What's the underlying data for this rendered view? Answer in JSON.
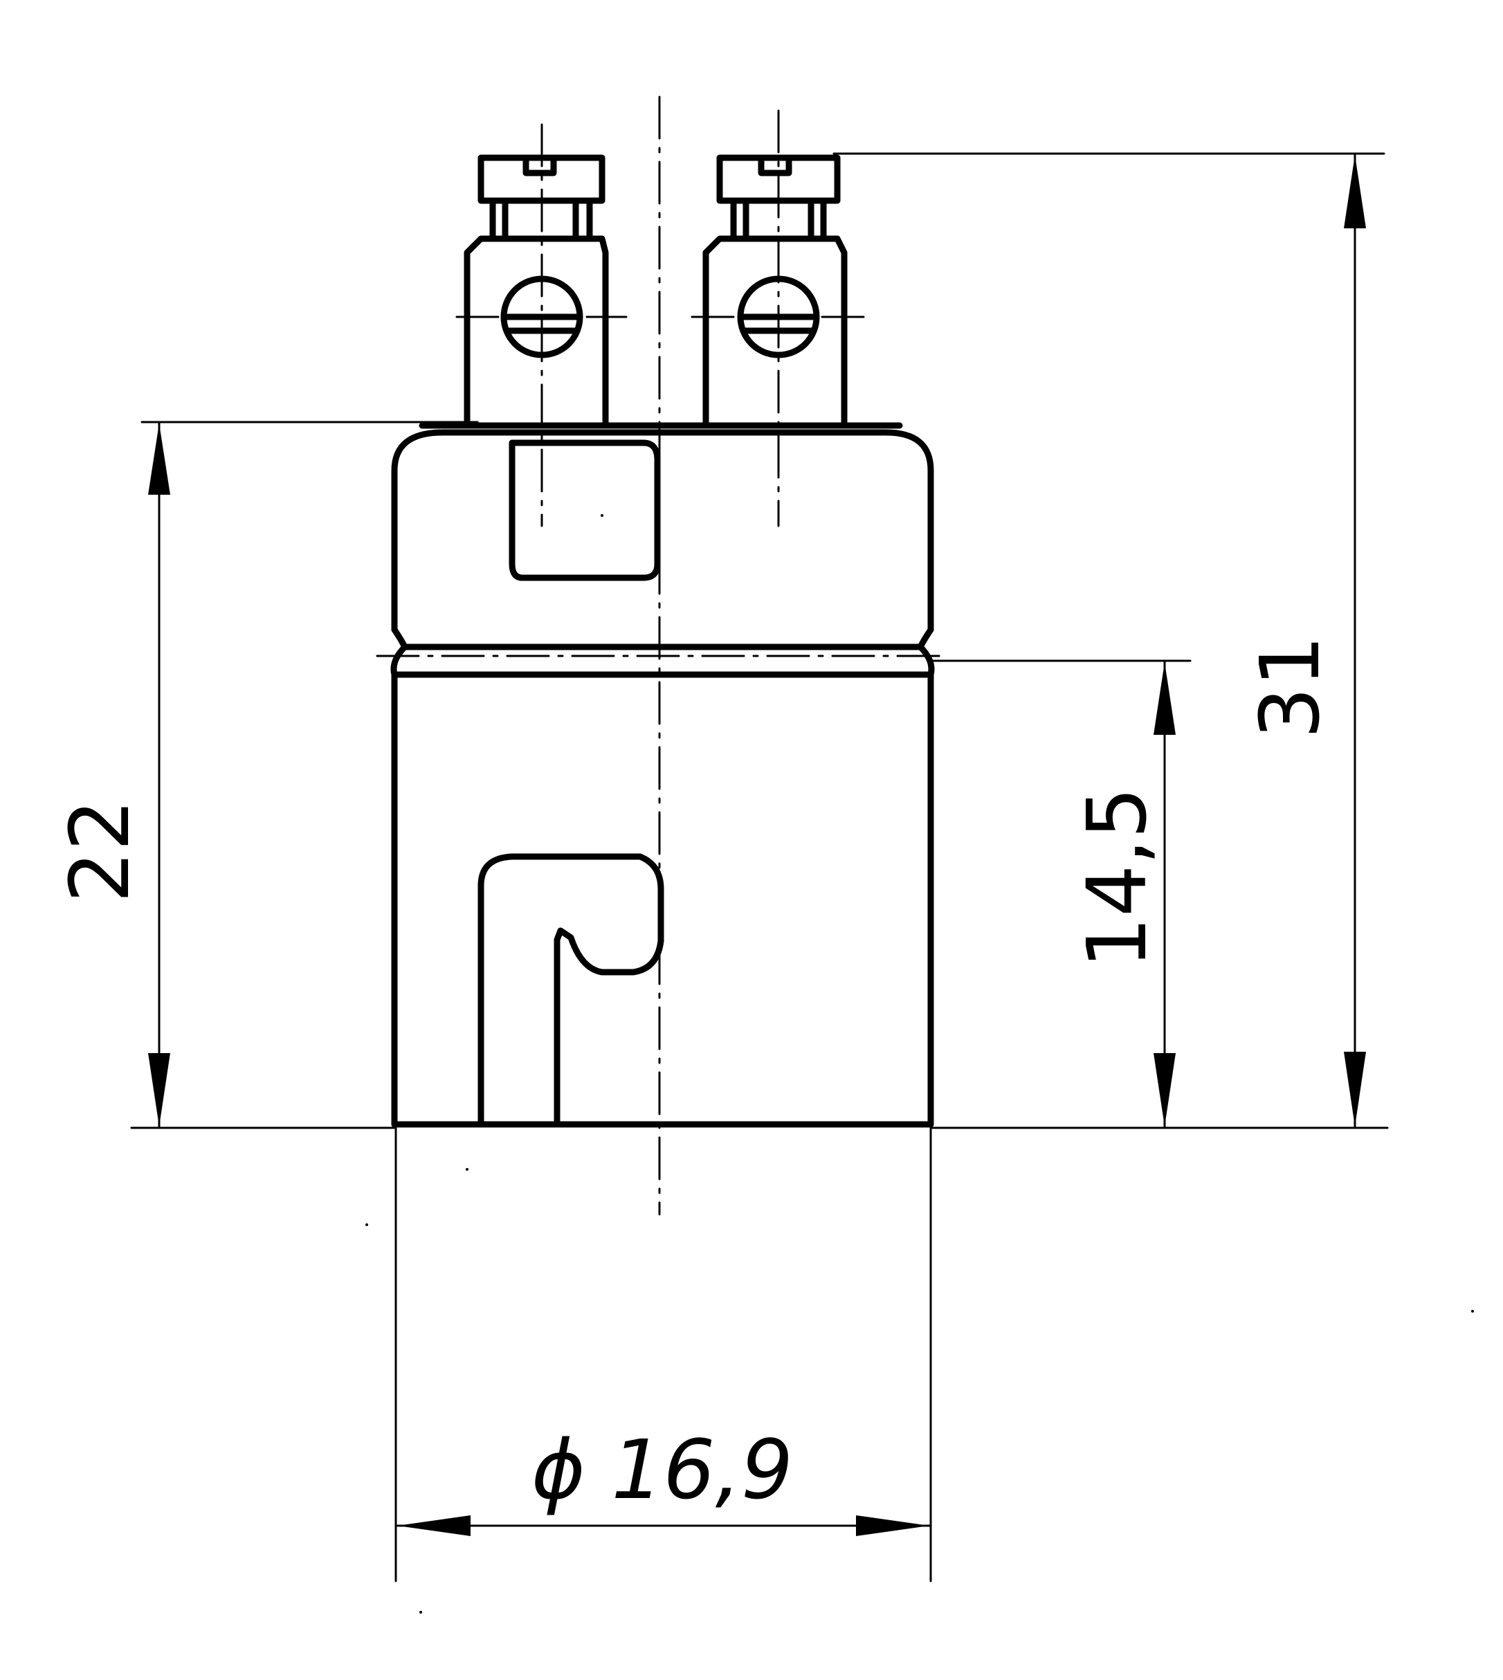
{
  "dimensions": {
    "overall_height": "31",
    "body_height": "22",
    "lower_height": "14,5",
    "diameter": "ϕ 16,9"
  }
}
